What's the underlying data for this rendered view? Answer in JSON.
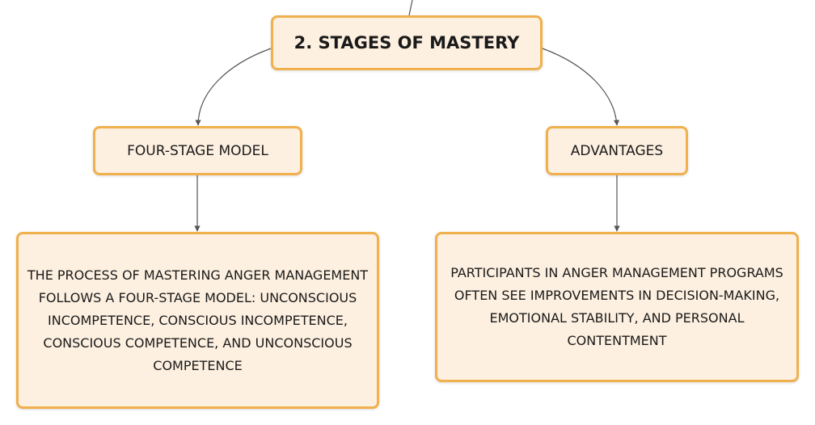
{
  "root": {
    "label": "2. STAGES OF MASTERY"
  },
  "branches": [
    {
      "label": "FOUR-STAGE MODEL",
      "detail": "THE PROCESS OF MASTERING ANGER MANAGEMENT FOLLOWS A FOUR-STAGE MODEL: UNCONSCIOUS INCOMPETENCE, CONSCIOUS INCOMPETENCE, CONSCIOUS COMPETENCE, AND UNCONSCIOUS COMPETENCE"
    },
    {
      "label": "ADVANTAGES",
      "detail": "PARTICIPANTS IN ANGER MANAGEMENT PROGRAMS OFTEN SEE IMPROVEMENTS IN DECISION-MAKING, EMOTIONAL STABILITY, AND PERSONAL CONTENTMENT"
    }
  ],
  "colors": {
    "node_fill": "#fdf0e0",
    "node_border": "#f0b04e",
    "connector": "#555555"
  }
}
